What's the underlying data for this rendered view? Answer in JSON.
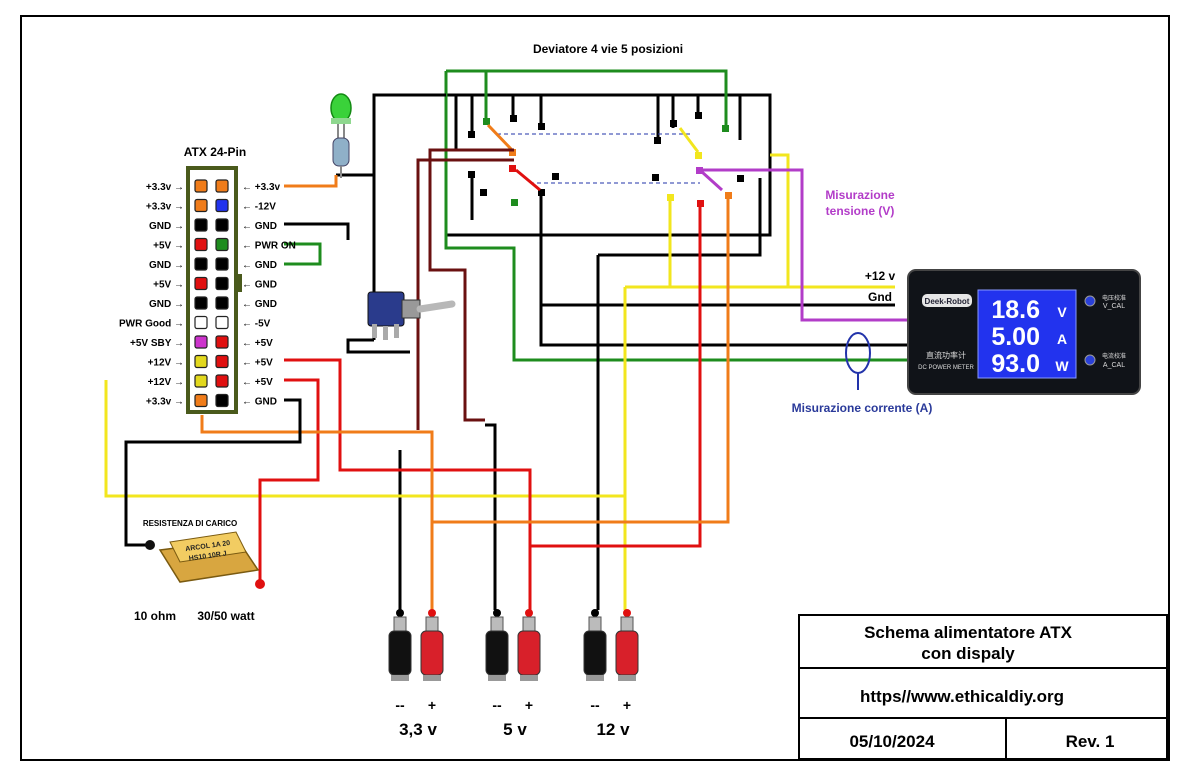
{
  "switch_title": "Deviatore 4 vie 5 posizioni",
  "atx": {
    "title": "ATX 24-Pin",
    "left_labels": [
      "+3.3v",
      "+3.3v",
      "GND",
      "+5V",
      "GND",
      "+5V",
      "GND",
      "PWR Good",
      "+5V SBY",
      "+12V",
      "+12V",
      "+3.3v"
    ],
    "right_labels": [
      "+3.3v",
      "-12V",
      "GND",
      "PWR ON",
      "GND",
      "GND",
      "GND",
      "-5V",
      "+5V",
      "+5V",
      "+5V",
      "GND"
    ]
  },
  "meter": {
    "brand": "Deek-Robot",
    "volt": "18.6",
    "volt_unit": "V",
    "amp": "5.00",
    "amp_unit": "A",
    "watt": "93.0",
    "watt_unit": "W",
    "cn_title": "直流功率计",
    "en_title": "DC POWER METER",
    "cal_v_cn": "电压校准",
    "cal_v": "V_CAL",
    "cal_a_cn": "电流校准",
    "cal_a": "A_CAL"
  },
  "label_12v": "+12 v",
  "label_gnd": "Gnd",
  "label_volt_measure_1": "Misurazione",
  "label_volt_measure_2": "tensione  (V)",
  "label_current_measure": "Misurazione corrente (A)",
  "resistor": {
    "title": "RESISTENZA DI CARICO",
    "body_1": "ARCOL  1A  20",
    "body_2": "HS10  10R  J",
    "spec_ohm": "10 ohm",
    "spec_watt": "30/50 watt"
  },
  "outputs": [
    {
      "minus": "--",
      "plus": "+",
      "voltage": "3,3 v"
    },
    {
      "minus": "--",
      "plus": "+",
      "voltage": "5 v"
    },
    {
      "minus": "--",
      "plus": "+",
      "voltage": "12 v"
    }
  ],
  "title_block": {
    "title_1": "Schema alimentatore ATX",
    "title_2": "con dispaly",
    "url": "https//www.ethicaldiy.org",
    "date": "05/10/2024",
    "rev": "Rev. 1"
  },
  "colors": {
    "orange": "#f07c1a",
    "red": "#e01010",
    "yellow": "#f2e61e",
    "green": "#1e8c1e",
    "purple": "#b23cc8",
    "black": "#000000",
    "darkred": "#6a1010",
    "meter_blue": "#2233ee"
  }
}
